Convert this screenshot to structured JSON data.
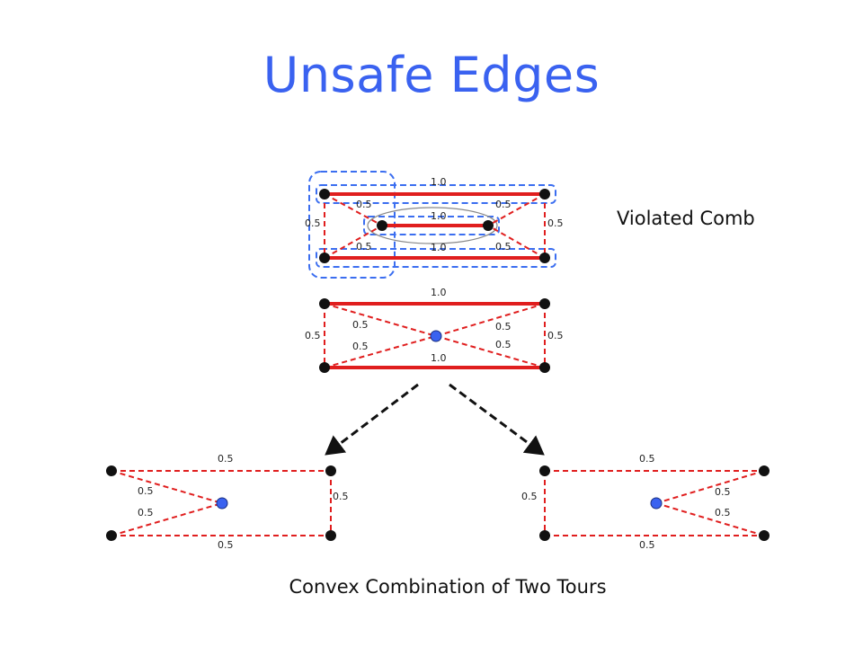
{
  "title": "Unsafe Edges",
  "comb_label": "Violated Comb",
  "tours_label": "Convex Combination of Two Tours",
  "colors": {
    "title": "#3a62f0",
    "edge": "#e01e1e",
    "comb": "#3b6ef0",
    "blue_node": "#3a62f0"
  },
  "comb_graph": {
    "top_edge": "1.0",
    "middle_edge": "1.0",
    "bottom_edge": "1.0",
    "left_edge": "0.5",
    "right_edge": "0.5",
    "upper_left_diag": "0.5",
    "upper_right_diag": "0.5",
    "lower_left_diag": "0.5",
    "lower_right_diag": "0.5"
  },
  "reduced_graph": {
    "top_edge": "1.0",
    "bottom_edge": "1.0",
    "left_edge": "0.5",
    "right_edge": "0.5",
    "upper_left_diag": "0.5",
    "upper_right_diag": "0.5",
    "lower_left_diag": "0.5",
    "lower_right_diag": "0.5"
  },
  "tour_left": {
    "top_edge": "0.5",
    "bottom_edge": "0.5",
    "right_edge": "0.5",
    "upper_diag": "0.5",
    "lower_diag": "0.5"
  },
  "tour_right": {
    "top_edge": "0.5",
    "bottom_edge": "0.5",
    "left_edge": "0.5",
    "upper_diag": "0.5",
    "lower_diag": "0.5"
  }
}
